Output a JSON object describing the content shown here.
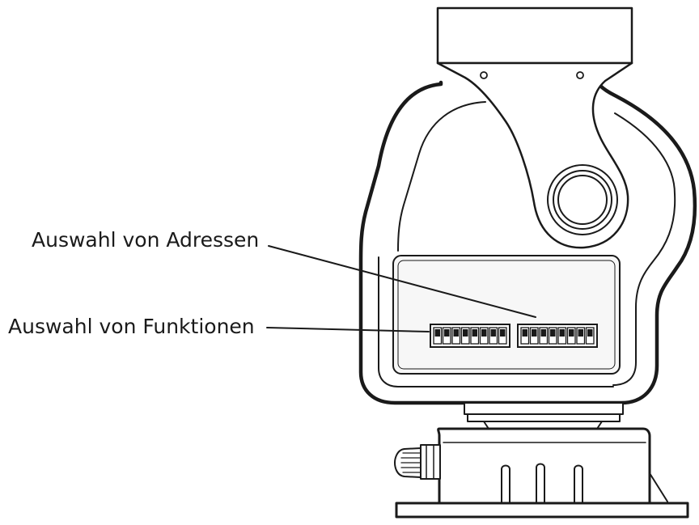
{
  "callouts": {
    "address_selection": "Auswahl von Adressen",
    "function_selection": "Auswahl von Funktionen"
  },
  "colors": {
    "line": "#1a1a1a",
    "fill": "#ffffff",
    "panel": "#f7f7f7"
  },
  "dip_switches": {
    "function_bank_count": 8,
    "address_bank_count": 8
  }
}
